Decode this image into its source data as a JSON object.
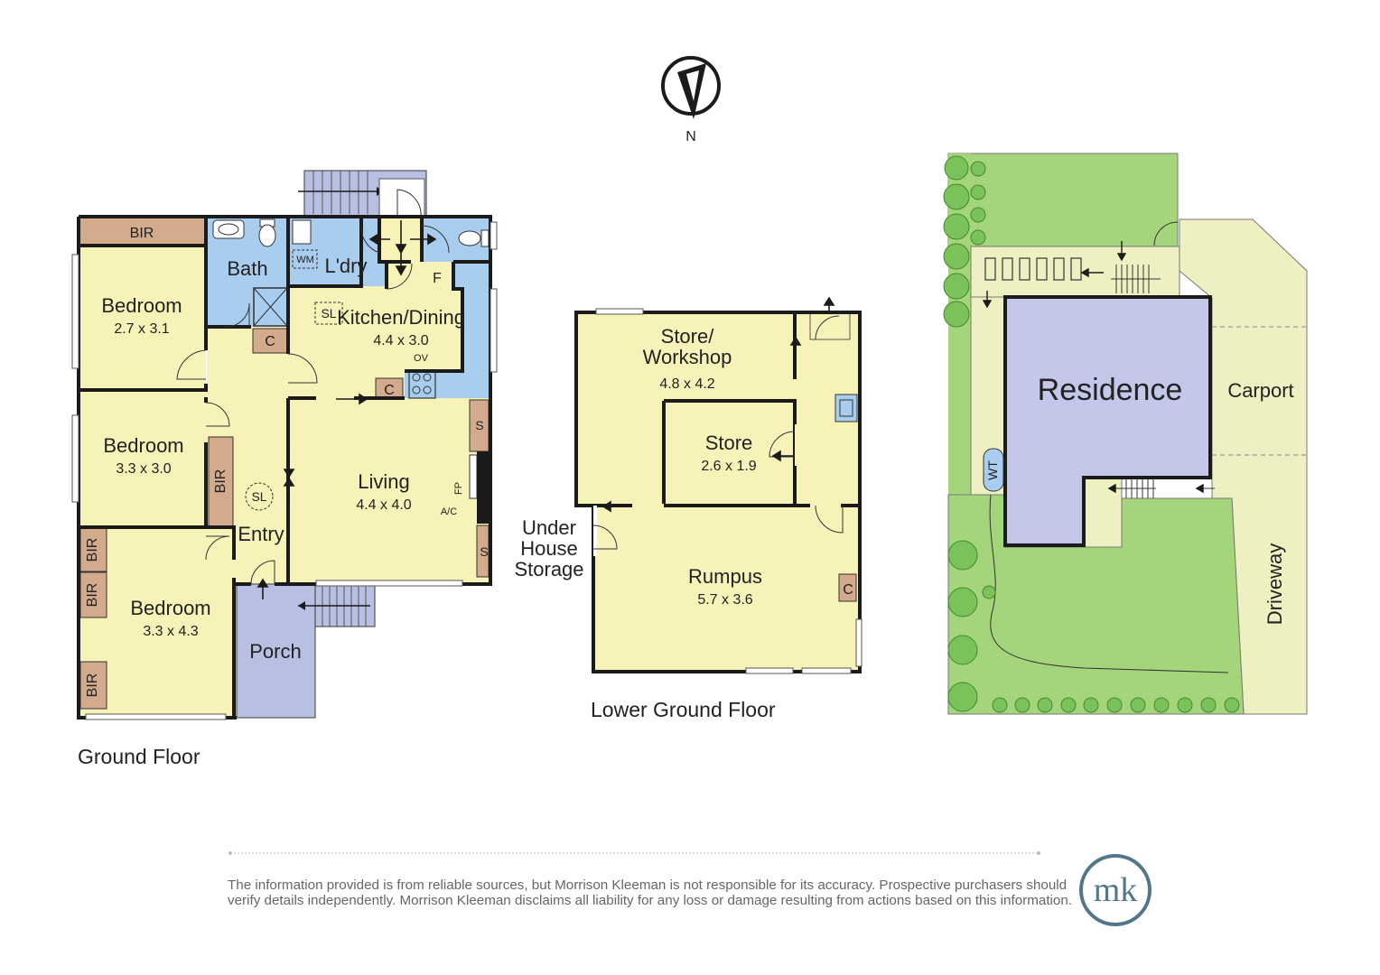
{
  "compass": {
    "label": "N"
  },
  "ground_floor": {
    "title": "Ground Floor",
    "rooms": {
      "bir_top": "BIR",
      "bath": "Bath",
      "laundry": "L'dry",
      "wm": "WM",
      "bedroom1": {
        "name": "Bedroom",
        "dims": "2.7 x 3.1"
      },
      "kitchen": {
        "name": "Kitchen/Dining",
        "dims": "4.4 x 3.0"
      },
      "sl_kitchen": "SL",
      "f": "F",
      "ov": "OV",
      "c_entry": "C",
      "c_kitchen": "C",
      "bedroom2": {
        "name": "Bedroom",
        "dims": "3.3 x 3.0"
      },
      "bir_bed2": "BIR",
      "sl_entry": "SL",
      "entry": "Entry",
      "living": {
        "name": "Living",
        "dims": "4.4 x 4.0"
      },
      "s_top": "S",
      "s_bottom": "S",
      "fp": "FP",
      "ac": "A/C",
      "bedroom3": {
        "name": "Bedroom",
        "dims": "3.3 x 4.3"
      },
      "bir_b1": "BIR",
      "bir_b2": "BIR",
      "bir_b3": "BIR",
      "porch": "Porch"
    }
  },
  "lower_ground_floor": {
    "title": "Lower Ground Floor",
    "rooms": {
      "store_workshop": {
        "name_line1": "Store/",
        "name_line2": "Workshop",
        "dims": "4.8 x 4.2"
      },
      "store": {
        "name": "Store",
        "dims": "2.6 x 1.9"
      },
      "rumpus": {
        "name": "Rumpus",
        "dims": "5.7 x 3.6"
      },
      "c": "C",
      "under_house": {
        "line1": "Under",
        "line2": "House",
        "line3": "Storage"
      }
    }
  },
  "site_plan": {
    "residence": "Residence",
    "carport": "Carport",
    "driveway": "Driveway",
    "wt": "WT"
  },
  "disclaimer": {
    "line1": "The information provided is from reliable sources, but Morrison Kleeman is not responsible for its accuracy. Prospective purchasers should",
    "line2": "verify details independently. Morrison Kleeman disclaims all liability for any loss or damage resulting from actions based on this information."
  },
  "logo": {
    "text": "mk"
  },
  "colors": {
    "room": "#f7f3b8",
    "wet": "#a9cdef",
    "robe": "#d3aa8c",
    "porch": "#b7bfe2",
    "residence": "#c3c8eb",
    "lawn": "#a5d57b",
    "paving": "#eef0c2",
    "wall": "#1b1b1b",
    "logo": "#52768a"
  }
}
